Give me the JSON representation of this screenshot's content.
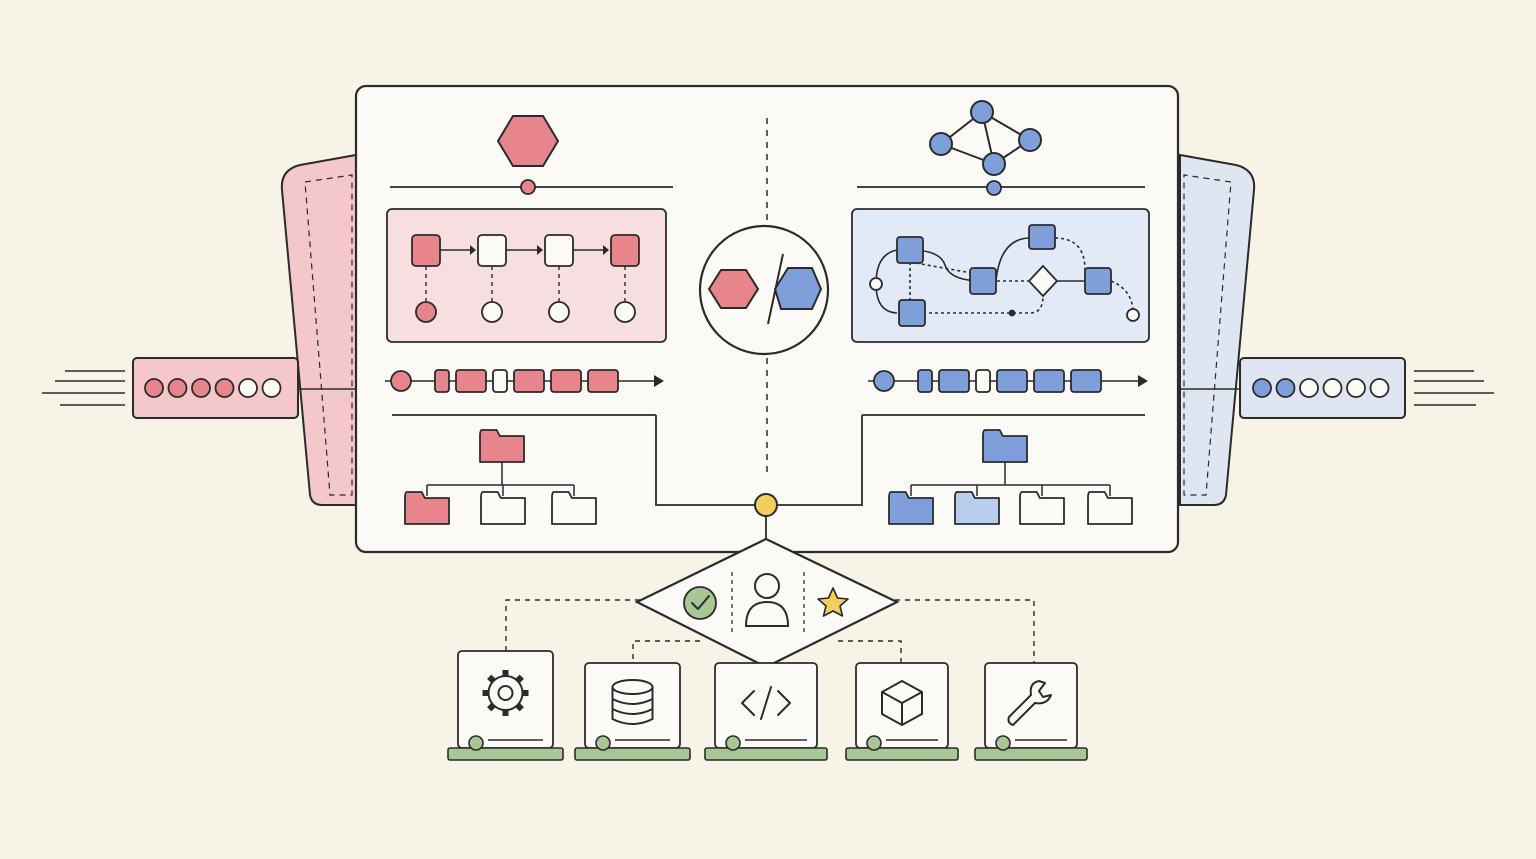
{
  "colors": {
    "background": "#f7f3e6",
    "ink": "#2b2b2b",
    "red_fill": "#e8848c",
    "red_light": "#f7dfe1",
    "red_panel": "#f4c7cb",
    "blue_fill": "#7e9fd9",
    "blue_light": "#e3eaf7",
    "blue_panel": "#dfe6f1",
    "blue_tint": "#b9cdee",
    "white": "#fbfaf6",
    "gold": "#f2cf5b",
    "green": "#a7c794",
    "green_dark": "#5e9b55"
  },
  "left_side": {
    "indicator_dots": [
      "filled",
      "filled",
      "filled",
      "filled",
      "empty",
      "empty"
    ],
    "flow_nodes": [
      "filled",
      "empty",
      "empty",
      "filled"
    ],
    "pipeline_blocks": [
      "small-filled",
      "filled",
      "small-empty",
      "filled",
      "filled",
      "filled"
    ],
    "folder_children": [
      "filled",
      "empty",
      "empty"
    ]
  },
  "right_side": {
    "indicator_dots": [
      "filled",
      "filled",
      "empty",
      "empty",
      "empty",
      "empty"
    ],
    "pipeline_blocks": [
      "small-filled",
      "filled",
      "small-empty",
      "filled",
      "filled",
      "filled"
    ],
    "folder_children": [
      "filled",
      "light",
      "empty",
      "empty"
    ]
  },
  "hub_icons": [
    "check-circle-icon",
    "user-icon",
    "star-icon"
  ],
  "modules": [
    {
      "name": "gear-icon"
    },
    {
      "name": "database-icon"
    },
    {
      "name": "code-icon"
    },
    {
      "name": "cube-icon"
    },
    {
      "name": "wrench-icon"
    }
  ]
}
